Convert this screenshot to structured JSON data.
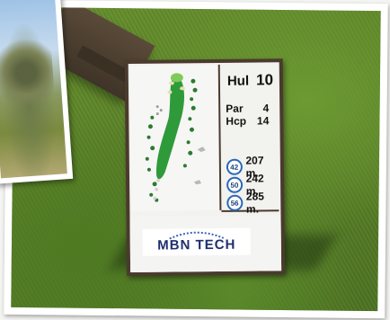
{
  "sign": {
    "hole_label": "Hul",
    "hole_number": "10",
    "par_label": "Par",
    "par_value": "4",
    "hcp_label": "Hcp",
    "hcp_value": "14",
    "tees": [
      {
        "tee": "42",
        "distance": "207 m.",
        "color": "#2a67b8"
      },
      {
        "tee": "50",
        "distance": "242 m.",
        "color": "#2a67b8"
      },
      {
        "tee": "56",
        "distance": "285 m.",
        "color": "#2a67b8"
      }
    ],
    "sponsor": "MBN TECH"
  },
  "colors": {
    "grass": "#5f8a2a",
    "sign_frame": "#4b3a2e",
    "fairway": "#2f9a3a",
    "sponsor_text": "#1f2f6e"
  }
}
